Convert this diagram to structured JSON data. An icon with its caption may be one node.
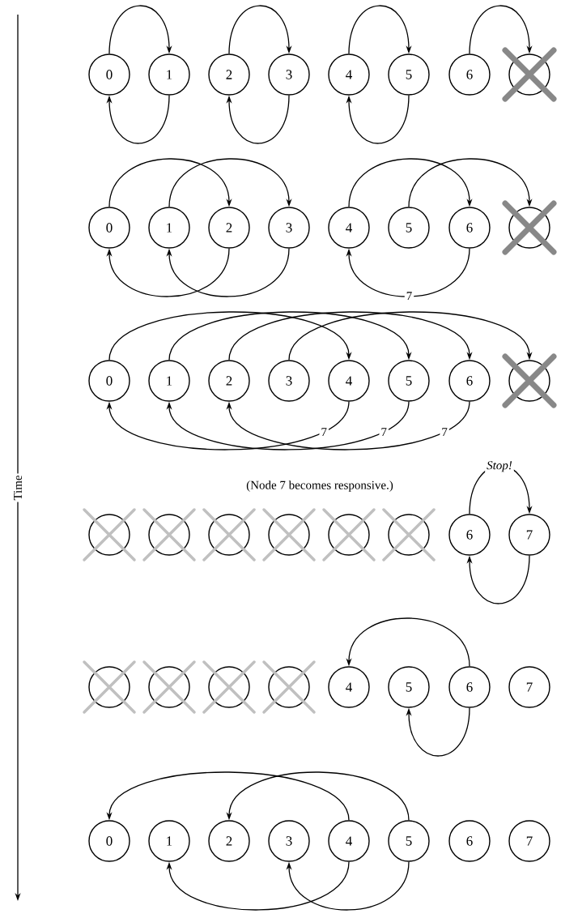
{
  "diagram": {
    "nodes": [
      {
        "text": [
          "0"
        ]
      },
      {
        "text": [
          "1"
        ]
      },
      {
        "text": [
          "2"
        ]
      },
      {
        "text": [
          "3"
        ]
      },
      {
        "text": [
          "4"
        ]
      },
      {
        "text": [
          "5"
        ]
      },
      {
        "text": [
          "6"
        ]
      },
      {
        "text": [],
        "shape": "circle"
      },
      {
        "text": [
          "0"
        ]
      },
      {
        "text": [
          "1"
        ]
      },
      {
        "text": [
          "2"
        ]
      },
      {
        "text": [
          "3"
        ]
      },
      {
        "text": [
          "4"
        ]
      },
      {
        "text": [
          "5"
        ]
      },
      {
        "text": [
          "6"
        ]
      },
      {
        "text": [],
        "shape": "circle"
      },
      {
        "text": [
          "0"
        ]
      },
      {
        "text": [
          "1"
        ]
      },
      {
        "text": [
          "2"
        ]
      },
      {
        "text": [
          "3"
        ]
      },
      {
        "text": [
          "4"
        ]
      },
      {
        "text": [
          "5"
        ]
      },
      {
        "text": [
          "6"
        ]
      },
      {
        "text": [],
        "shape": "circle"
      },
      {
        "text": [],
        "shape": "circle"
      },
      {
        "text": [],
        "shape": "circle"
      },
      {
        "text": [],
        "shape": "circle"
      },
      {
        "text": [],
        "shape": "circle"
      },
      {
        "text": [],
        "shape": "circle"
      },
      {
        "text": [],
        "shape": "circle"
      },
      {
        "text": [
          "6"
        ]
      },
      {
        "text": [
          "7"
        ]
      },
      {
        "text": [],
        "shape": "circle"
      },
      {
        "text": [],
        "shape": "circle"
      },
      {
        "text": [],
        "shape": "circle"
      },
      {
        "text": [],
        "shape": "circle"
      },
      {
        "text": [
          "4"
        ]
      },
      {
        "text": [
          "5"
        ]
      },
      {
        "text": [
          "6"
        ]
      },
      {
        "text": [
          "7"
        ]
      },
      {
        "text": [
          "0"
        ]
      },
      {
        "text": [
          "1"
        ]
      },
      {
        "text": [
          "2"
        ]
      },
      {
        "text": [
          "3"
        ]
      },
      {
        "text": [
          "4"
        ]
      },
      {
        "text": [
          "5"
        ]
      },
      {
        "text": [
          "6"
        ]
      },
      {
        "text": [
          "7"
        ]
      }
    ],
    "edges": [
      {
        "from": 0,
        "to": 1,
        "arrow": "to"
      },
      {
        "from": 1,
        "to": 0,
        "arrow": "to"
      },
      {
        "from": 2,
        "to": 3,
        "arrow": "to"
      },
      {
        "from": 3,
        "to": 2,
        "arrow": "to"
      },
      {
        "from": 4,
        "to": 5,
        "arrow": "to"
      },
      {
        "from": 5,
        "to": 4,
        "arrow": "to"
      },
      {
        "from": 6,
        "to": 7,
        "arrow": "to"
      },
      {
        "from": 8,
        "to": 10,
        "arrow": "to"
      },
      {
        "from": 9,
        "to": 11,
        "arrow": "to"
      },
      {
        "from": 10,
        "to": 8,
        "arrow": "to"
      },
      {
        "from": 11,
        "to": 9,
        "arrow": "to"
      },
      {
        "from": 12,
        "to": 14,
        "arrow": "to"
      },
      {
        "from": 13,
        "to": 15,
        "arrow": "to"
      },
      {
        "from": 14,
        "to": 12,
        "arrow": "to",
        "label": "7"
      },
      {
        "from": 16,
        "to": 20,
        "arrow": "to"
      },
      {
        "from": 17,
        "to": 21,
        "arrow": "to"
      },
      {
        "from": 18,
        "to": 22,
        "arrow": "to"
      },
      {
        "from": 19,
        "to": 23,
        "arrow": "to"
      },
      {
        "from": 20,
        "to": 16,
        "arrow": "to",
        "label": "7"
      },
      {
        "from": 21,
        "to": 17,
        "arrow": "to",
        "label": "7"
      },
      {
        "from": 22,
        "to": 18,
        "arrow": "to",
        "label": "7"
      },
      {
        "from": 30,
        "to": 31,
        "arrow": "to",
        "label": "Stop!"
      },
      {
        "from": 31,
        "to": 30,
        "arrow": "to"
      },
      {
        "from": 38,
        "to": 36,
        "arrow": "to"
      },
      {
        "from": 38,
        "to": 37,
        "arrow": "to"
      },
      {
        "from": 44,
        "to": 40,
        "arrow": "to"
      },
      {
        "from": 45,
        "to": 42,
        "arrow": "to"
      },
      {
        "from": 44,
        "to": 41,
        "arrow": "to"
      },
      {
        "from": 45,
        "to": 43,
        "arrow": "to"
      }
    ],
    "labels": [
      "Time",
      "(Node 7 becomes responsive.)"
    ]
  }
}
